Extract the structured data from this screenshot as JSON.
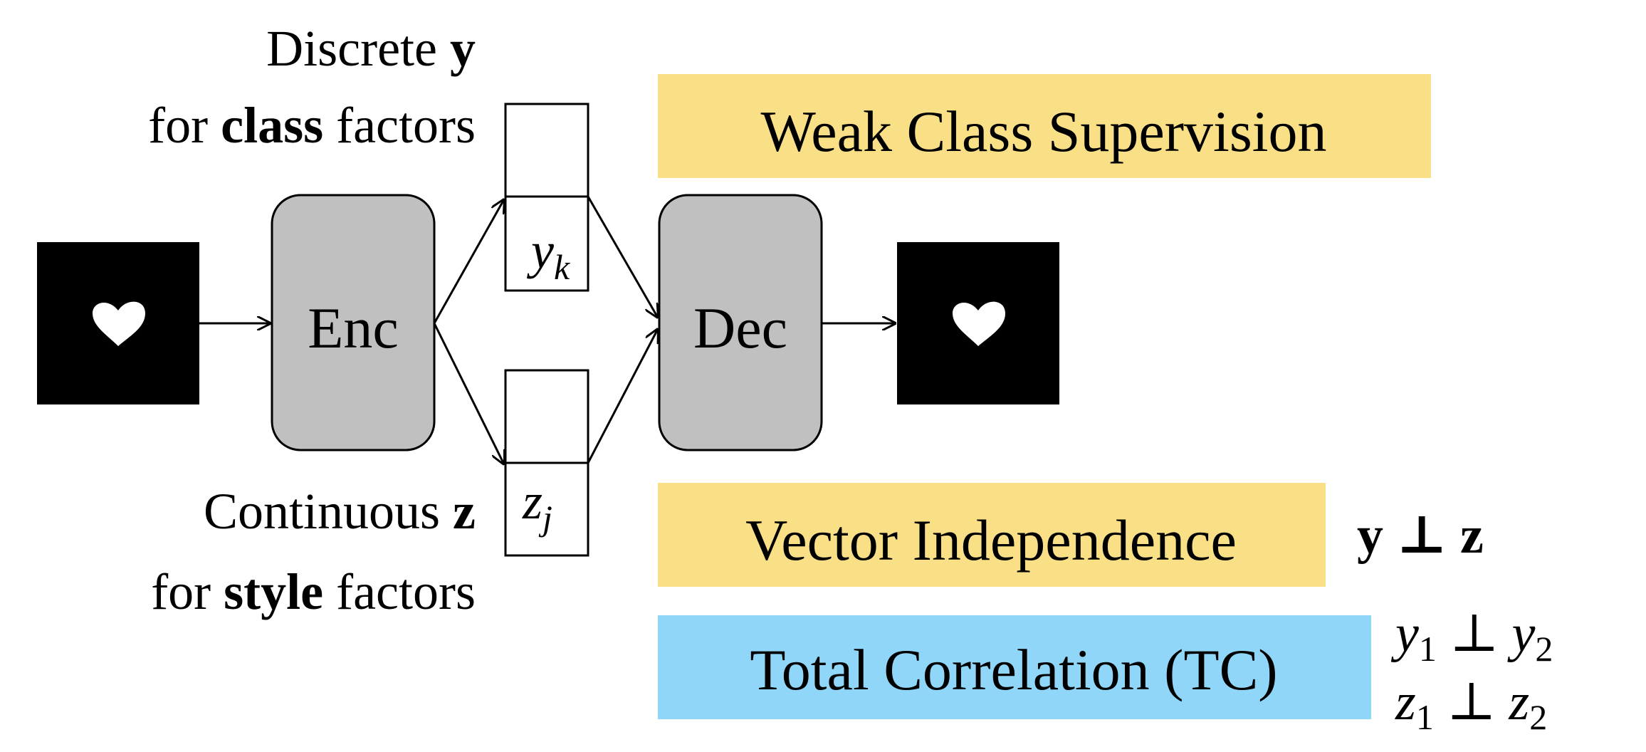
{
  "labels": {
    "discrete_line1_prefix": "Discrete ",
    "discrete_line1_var": "y",
    "discrete_line2_prefix": "for ",
    "discrete_line2_bold": "class",
    "discrete_line2_suffix": " factors",
    "continuous_line1_prefix": "Continuous ",
    "continuous_line1_var": "z",
    "continuous_line2_prefix": "for ",
    "continuous_line2_bold": "style",
    "continuous_line2_suffix": " factors"
  },
  "nodes": {
    "encoder": "Enc",
    "decoder": "Dec"
  },
  "latents": {
    "y_var": "y",
    "y_sub": "k",
    "z_var": "z",
    "z_sub": "j"
  },
  "losses": {
    "weak_supervision": "Weak Class Supervision",
    "vector_independence": "Vector Independence",
    "vector_independence_eq": "y ⊥ z",
    "total_correlation": "Total Correlation (TC)",
    "tc_eq1_a": "y",
    "tc_eq1_a_sub": "1",
    "tc_eq1_b": "y",
    "tc_eq1_b_sub": "2",
    "tc_eq2_a": "z",
    "tc_eq2_a_sub": "1",
    "tc_eq2_b": "z",
    "tc_eq2_b_sub": "2",
    "perp": "⊥"
  },
  "colors": {
    "yellow_box": "#f9df86",
    "blue_box": "#8fd6f8",
    "node_fill": "#c0c0c0",
    "image_bg": "#000000",
    "heart": "#ffffff"
  },
  "icons": {
    "input_image": "heart-image",
    "output_image": "heart-image"
  }
}
